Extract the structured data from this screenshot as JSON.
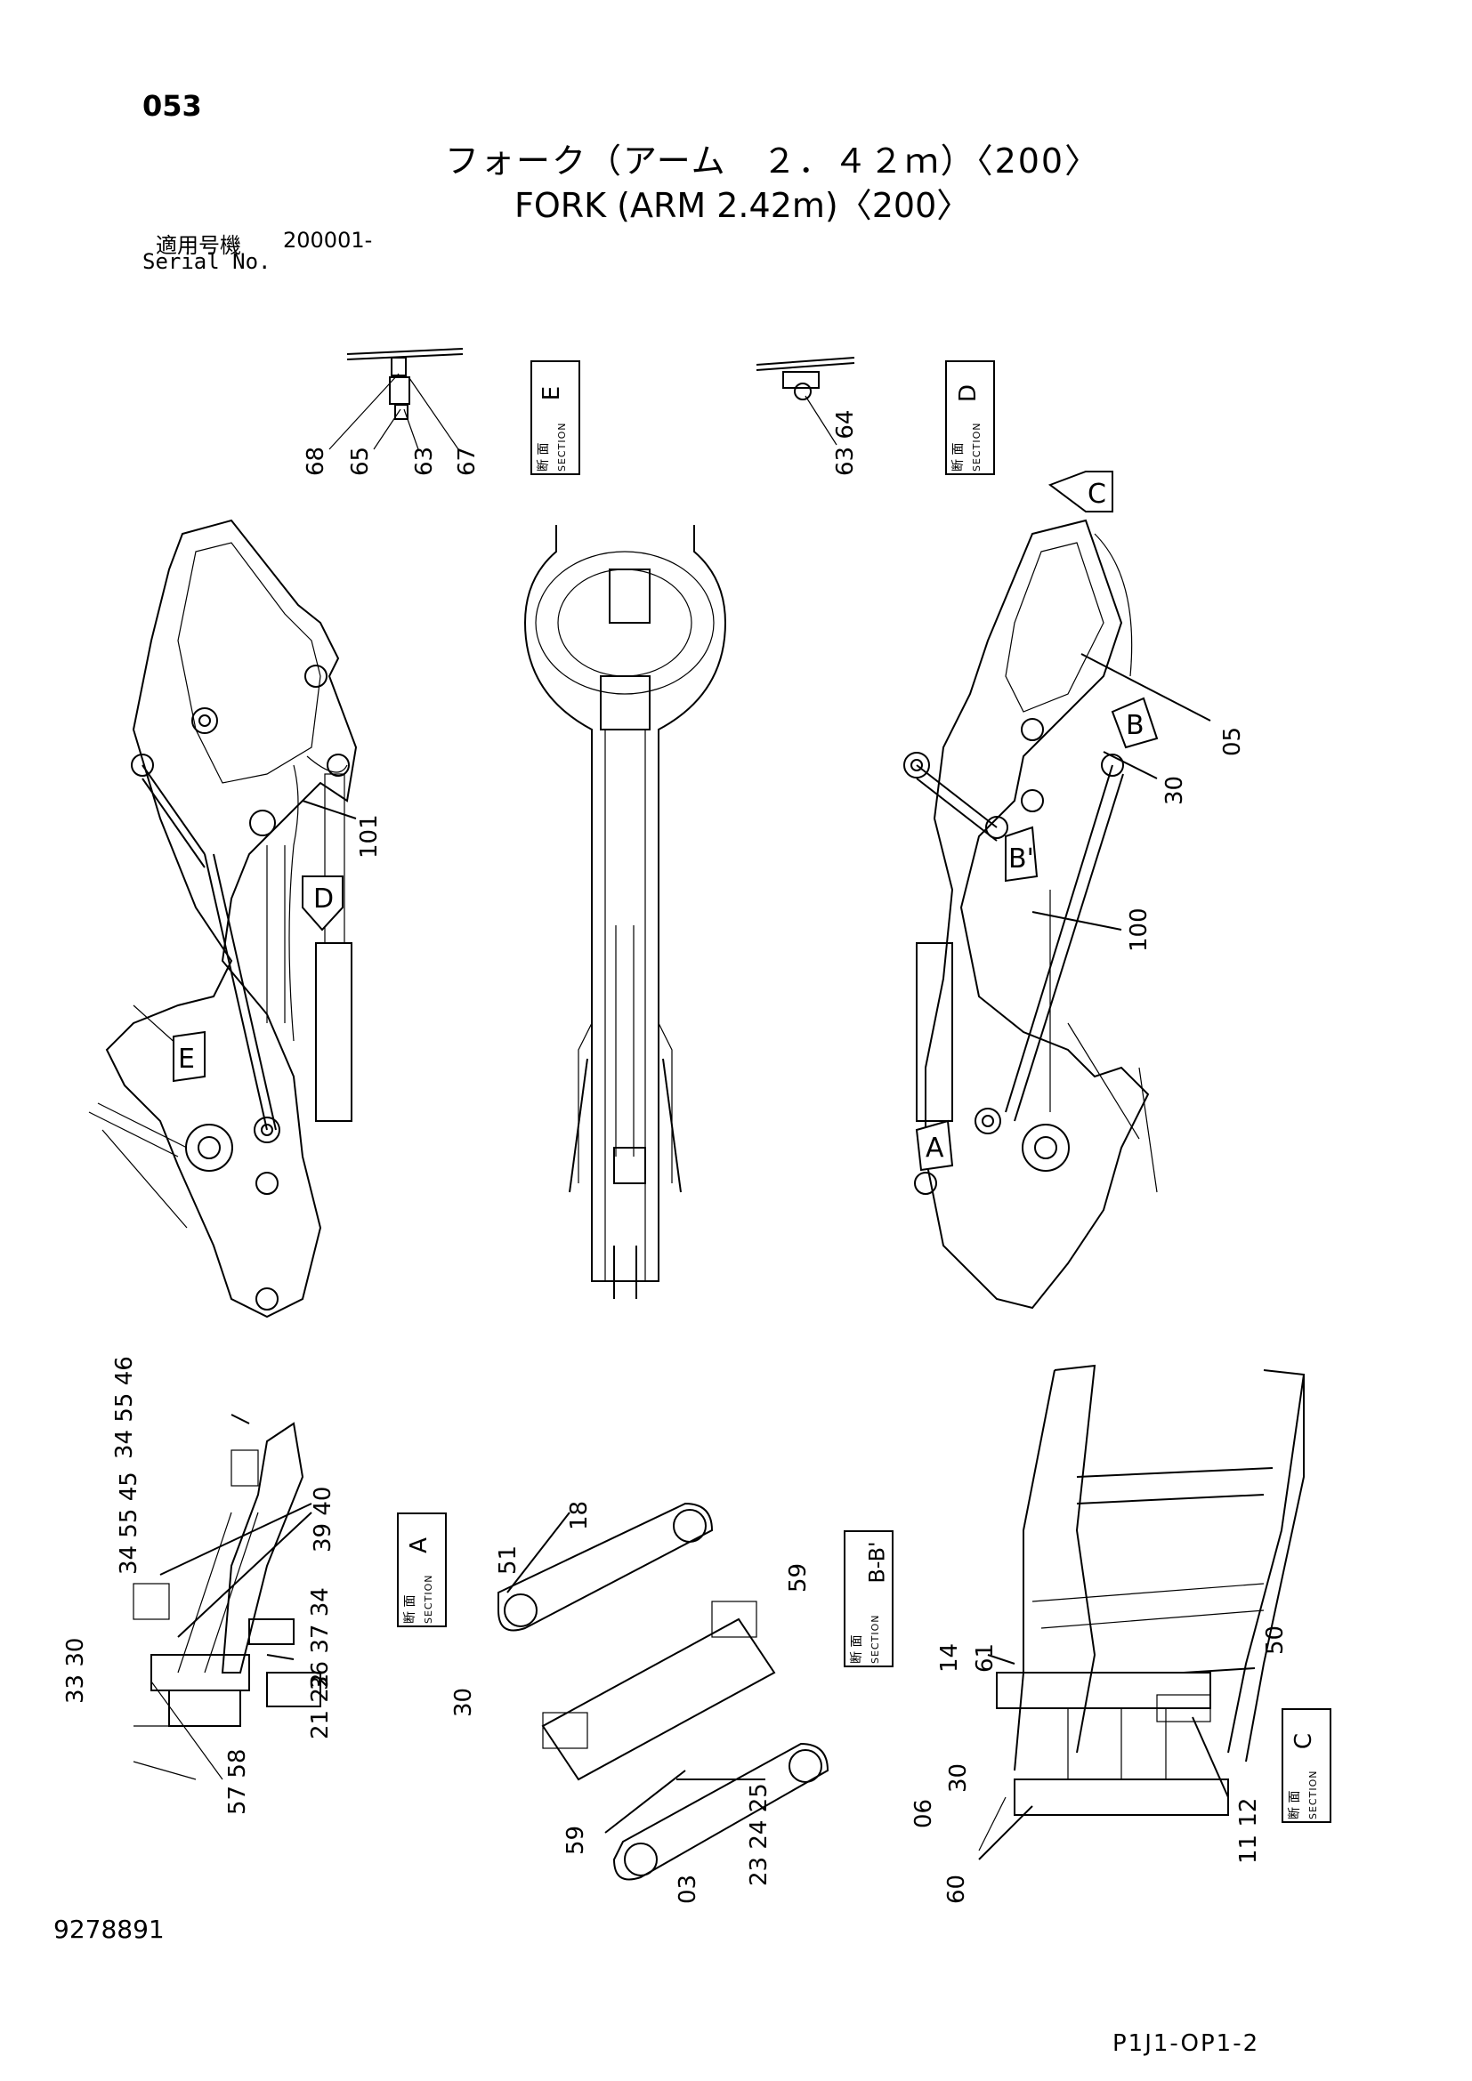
{
  "page": {
    "page_number": "053",
    "title_jp": "フォーク（アーム　２．４２ｍ）〈200〉",
    "title_en": "FORK (ARM 2.42m)〈200〉",
    "serial_label_jp": "適用号機",
    "serial_value": "200001-",
    "serial_label_en": "Serial No.",
    "doc_id": "9278891",
    "doc_code": "P1J1-OP1-2"
  },
  "sections": {
    "jp": "断 面",
    "en": "SECTION",
    "e": "E",
    "d": "D",
    "a": "A",
    "bb": "B-B'",
    "c": "C"
  },
  "view_tags": {
    "c": "C",
    "b": "B",
    "b_prime": "B'",
    "a": "A",
    "d": "D",
    "e": "E"
  },
  "part_labels": {
    "p68": "68",
    "p65": "65",
    "p63": "63",
    "p67": "67",
    "p63_64": "63\n64",
    "p05": "05",
    "p30_top": "30",
    "p100": "100",
    "p101": "101",
    "p34_55_46": "34 55 46",
    "p34_55_45": "34 55 45",
    "p39_40": "39 40",
    "p36_37_34": "36 37 34",
    "p33_30": "33 30",
    "p21_22": "21 22",
    "p57_58": "57 58",
    "p51": "51",
    "p18": "18",
    "p59_top": "59",
    "p30_mid": "30",
    "p59_bottom": "59",
    "p03": "03",
    "p23_24_25": "23 24 25",
    "p14": "14",
    "p61": "61",
    "p50": "50",
    "p30_bot": "30",
    "p06": "06",
    "p60": "60",
    "p11_12": "11 12"
  }
}
